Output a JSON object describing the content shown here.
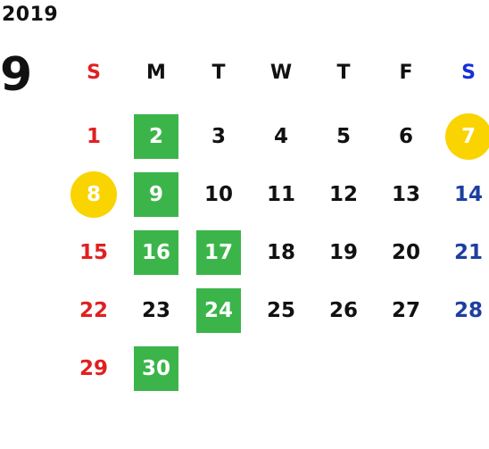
{
  "calendar": {
    "year": "2019",
    "month": "9",
    "weekdays": [
      "S",
      "M",
      "T",
      "W",
      "T",
      "F",
      "S"
    ],
    "weeks": [
      [
        {
          "day": "1",
          "color": "#e02020",
          "mark": "none"
        },
        {
          "day": "2",
          "color": "#111111",
          "mark": "box"
        },
        {
          "day": "3",
          "color": "#111111",
          "mark": "none"
        },
        {
          "day": "4",
          "color": "#111111",
          "mark": "none"
        },
        {
          "day": "5",
          "color": "#111111",
          "mark": "none"
        },
        {
          "day": "6",
          "color": "#111111",
          "mark": "none"
        },
        {
          "day": "7",
          "color": "#1c3fa0",
          "mark": "circle"
        }
      ],
      [
        {
          "day": "8",
          "color": "#e02020",
          "mark": "circle"
        },
        {
          "day": "9",
          "color": "#111111",
          "mark": "box"
        },
        {
          "day": "10",
          "color": "#111111",
          "mark": "none"
        },
        {
          "day": "11",
          "color": "#111111",
          "mark": "none"
        },
        {
          "day": "12",
          "color": "#111111",
          "mark": "none"
        },
        {
          "day": "13",
          "color": "#111111",
          "mark": "none"
        },
        {
          "day": "14",
          "color": "#1c3fa0",
          "mark": "none"
        }
      ],
      [
        {
          "day": "15",
          "color": "#e02020",
          "mark": "none"
        },
        {
          "day": "16",
          "color": "#111111",
          "mark": "box"
        },
        {
          "day": "17",
          "color": "#111111",
          "mark": "box"
        },
        {
          "day": "18",
          "color": "#111111",
          "mark": "none"
        },
        {
          "day": "19",
          "color": "#111111",
          "mark": "none"
        },
        {
          "day": "20",
          "color": "#111111",
          "mark": "none"
        },
        {
          "day": "21",
          "color": "#1c3fa0",
          "mark": "none"
        }
      ],
      [
        {
          "day": "22",
          "color": "#e02020",
          "mark": "none"
        },
        {
          "day": "23",
          "color": "#111111",
          "mark": "none"
        },
        {
          "day": "24",
          "color": "#111111",
          "mark": "box"
        },
        {
          "day": "25",
          "color": "#111111",
          "mark": "none"
        },
        {
          "day": "26",
          "color": "#111111",
          "mark": "none"
        },
        {
          "day": "27",
          "color": "#111111",
          "mark": "none"
        },
        {
          "day": "28",
          "color": "#1c3fa0",
          "mark": "none"
        }
      ],
      [
        {
          "day": "29",
          "color": "#e02020",
          "mark": "none"
        },
        {
          "day": "30",
          "color": "#111111",
          "mark": "box"
        }
      ]
    ]
  },
  "colors": {
    "sunday": "#e02020",
    "saturday": "#1c3fa0",
    "saturday_header": "#1530d8",
    "weekday": "#111111",
    "box_highlight": "#3bb54a",
    "circle_highlight": "#f9d400"
  }
}
